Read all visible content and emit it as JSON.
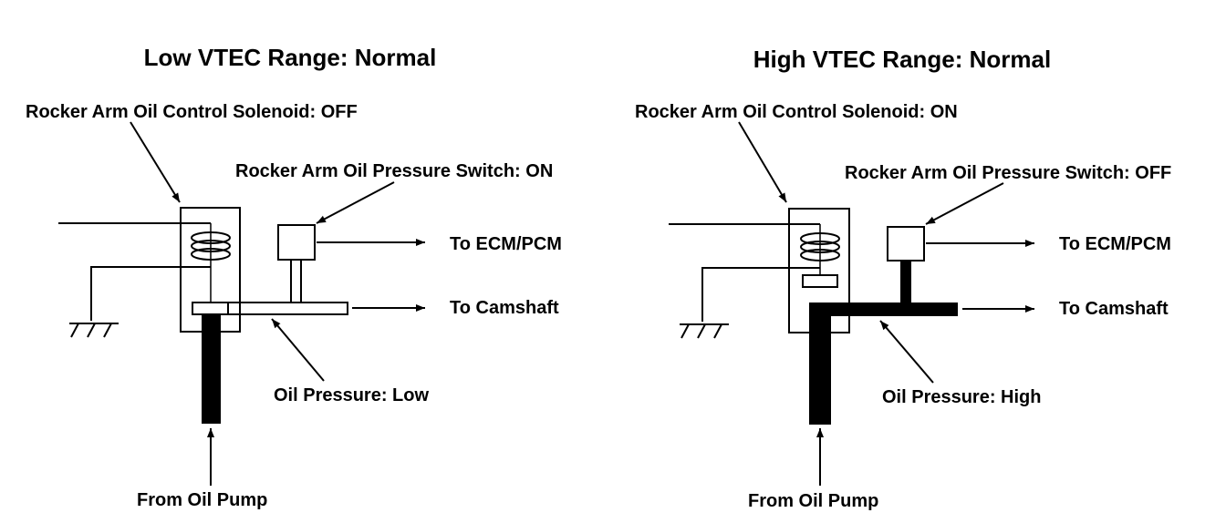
{
  "panels": [
    {
      "title": "Low VTEC Range: Normal",
      "solenoid_label": "Rocker Arm Oil Control Solenoid: OFF",
      "switch_label": "Rocker Arm Oil Pressure Switch: ON",
      "ecm_label": "To ECM/PCM",
      "camshaft_label": "To Camshaft",
      "pressure_label": "Oil Pressure: Low",
      "pump_label": "From Oil Pump",
      "pressure_state": "low"
    },
    {
      "title": "High VTEC Range: Normal",
      "solenoid_label": "Rocker Arm Oil Control Solenoid: ON",
      "switch_label": "Rocker Arm Oil Pressure Switch: OFF",
      "ecm_label": "To ECM/PCM",
      "camshaft_label": "To Camshaft",
      "pressure_label": "Oil Pressure: High",
      "pump_label": "From Oil Pump",
      "pressure_state": "high"
    }
  ]
}
